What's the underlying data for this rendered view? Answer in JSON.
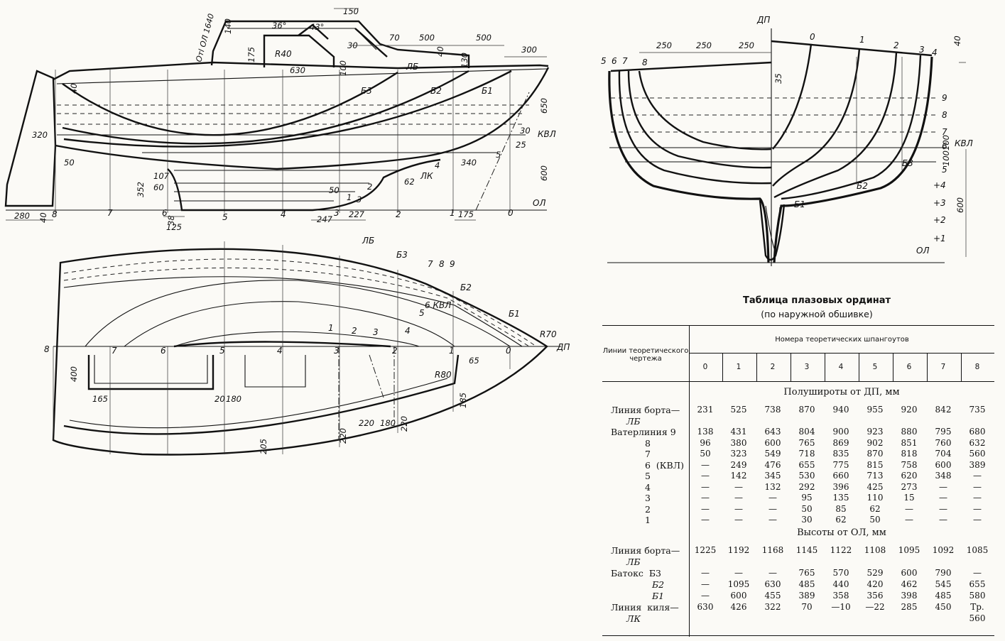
{
  "profile": {
    "labels": {
      "cabin_top": "Отl ОЛ 1640",
      "r40": "R40",
      "lb": "ЛБ",
      "b3": "Б3",
      "b2": "Б2",
      "b1": "Б1",
      "kvl": "КВЛ",
      "ol": "ОЛ",
      "lk": "ЛК"
    },
    "dims": [
      "150",
      "140",
      "36°",
      "43°",
      "70",
      "500",
      "500",
      "300",
      "175",
      "30",
      "630",
      "100",
      "40",
      "130",
      "40",
      "650",
      "600",
      "30",
      "25",
      "320",
      "50",
      "352",
      "107",
      "60",
      "38",
      "125",
      "50",
      "62",
      "340",
      "280",
      "40",
      "247",
      "227",
      "175",
      "1",
      "3",
      "2",
      "4",
      "5"
    ],
    "stations": [
      "8",
      "7",
      "6",
      "5",
      "4",
      "3",
      "2",
      "1",
      "0"
    ]
  },
  "body_plan": {
    "labels": {
      "dp": "ДП",
      "kvl": "КВЛ",
      "ol": "ОЛ",
      "b3": "Б3",
      "b2": "Б2",
      "b1": "Б1"
    },
    "dims": [
      "250",
      "250",
      "250",
      "40",
      "35",
      "100",
      "100",
      "600"
    ],
    "stations_left": [
      "5",
      "6",
      "7",
      "8"
    ],
    "stations_right": [
      "0",
      "1",
      "2",
      "3",
      "4"
    ],
    "waterlines": [
      "9",
      "8",
      "7",
      "6",
      "5",
      "+4",
      "+3",
      "+2",
      "+1"
    ]
  },
  "plan_view": {
    "labels": {
      "lb": "ЛБ",
      "b3": "Б3",
      "b2": "Б2",
      "b1": "Б1",
      "dp": "ДП",
      "kvl": "6 КВЛ",
      "r70": "R70",
      "r80": "R80"
    },
    "wl_labels": [
      "7",
      "8",
      "9",
      "5",
      "4",
      "1",
      "2",
      "3"
    ],
    "dims": [
      "400",
      "165",
      "20",
      "180",
      "65",
      "185",
      "205",
      "220",
      "220",
      "180",
      "220"
    ],
    "stations": [
      "8",
      "7",
      "6",
      "5",
      "4",
      "3",
      "2",
      "1",
      "0"
    ]
  },
  "table": {
    "title": "Таблица плазовых ординат",
    "subtitle": "(по наружной обшивке)",
    "row_header": "Линии теоретического чертежа",
    "col_header": "Номера теоретических шпангоутов",
    "columns": [
      "0",
      "1",
      "2",
      "3",
      "4",
      "5",
      "6",
      "7",
      "8"
    ],
    "section1": "Полуширoты от ДП, мм",
    "section2": "Высоты от ОЛ, мм",
    "halfbreadth_rows": [
      {
        "label": "Линия борта—",
        "values": [
          "231",
          "525",
          "738",
          "870",
          "940",
          "955",
          "920",
          "842",
          "735"
        ]
      },
      {
        "label": "ЛБ",
        "values": []
      },
      {
        "label": "Ватерлиния 9",
        "values": [
          "138",
          "431",
          "643",
          "804",
          "900",
          "923",
          "880",
          "795",
          "680"
        ]
      },
      {
        "label": "8",
        "values": [
          "96",
          "380",
          "600",
          "765",
          "869",
          "902",
          "851",
          "760",
          "632"
        ]
      },
      {
        "label": "7",
        "values": [
          "50",
          "323",
          "549",
          "718",
          "835",
          "870",
          "818",
          "704",
          "560"
        ]
      },
      {
        "label": "6  (КВЛ)",
        "values": [
          "—",
          "249",
          "476",
          "655",
          "775",
          "815",
          "758",
          "600",
          "389"
        ]
      },
      {
        "label": "5",
        "values": [
          "—",
          "142",
          "345",
          "530",
          "660",
          "713",
          "620",
          "348",
          "—"
        ]
      },
      {
        "label": "4",
        "values": [
          "—",
          "—",
          "132",
          "292",
          "396",
          "425",
          "273",
          "—",
          "—"
        ]
      },
      {
        "label": "3",
        "values": [
          "—",
          "—",
          "—",
          "95",
          "135",
          "110",
          "15",
          "—",
          "—"
        ]
      },
      {
        "label": "2",
        "values": [
          "—",
          "—",
          "—",
          "50",
          "85",
          "62",
          "—",
          "—",
          "—"
        ]
      },
      {
        "label": "1",
        "values": [
          "—",
          "—",
          "—",
          "30",
          "62",
          "50",
          "—",
          "—",
          "—"
        ]
      }
    ],
    "height_rows": [
      {
        "label": "Линия борта—",
        "values": [
          "1225",
          "1192",
          "1168",
          "1145",
          "1122",
          "1108",
          "1095",
          "1092",
          "1085"
        ]
      },
      {
        "label": "ЛБ",
        "values": []
      },
      {
        "label": "Батокс  Б3",
        "values": [
          "—",
          "—",
          "—",
          "765",
          "570",
          "529",
          "600",
          "790",
          "—"
        ]
      },
      {
        "label": "Б2",
        "values": [
          "—",
          "1095",
          "630",
          "485",
          "440",
          "420",
          "462",
          "545",
          "655"
        ]
      },
      {
        "label": "Б1",
        "values": [
          "—",
          "600",
          "455",
          "389",
          "358",
          "356",
          "398",
          "485",
          "580"
        ]
      },
      {
        "label": "Линия  киля—",
        "values": [
          "630",
          "426",
          "322",
          "70",
          "—10",
          "—22",
          "285",
          "450",
          "Тр."
        ]
      },
      {
        "label": "ЛК",
        "values": [
          "",
          "",
          "",
          "",
          "",
          "",
          "",
          "",
          "560"
        ]
      }
    ]
  }
}
